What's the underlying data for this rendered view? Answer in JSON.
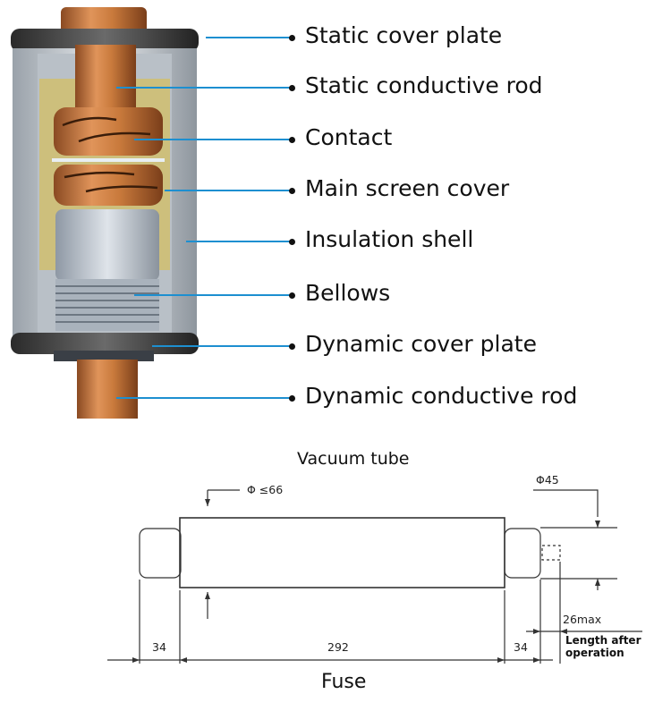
{
  "parts": [
    {
      "label": "Static cover plate"
    },
    {
      "label": "Static conductive rod"
    },
    {
      "label": "Contact"
    },
    {
      "label": "Main screen cover"
    },
    {
      "label": "Insulation shell"
    },
    {
      "label": "Bellows"
    },
    {
      "label": "Dynamic cover plate"
    },
    {
      "label": "Dynamic conductive rod"
    }
  ],
  "upper_title": "Vacuum tube",
  "lower_title": "Fuse",
  "dimensions": {
    "diameter_body": "Φ ≤66",
    "diameter_cap": "Φ45",
    "left_cap": "34",
    "body_length": "292",
    "right_cap": "34",
    "travel": "26max",
    "note_line1": "Length after",
    "note_line2": "operation"
  },
  "colors": {
    "leader": "#1d8fd0",
    "copper": "#c97a3c",
    "shell": "#cfd4d8",
    "screen": "#d8c98a"
  }
}
